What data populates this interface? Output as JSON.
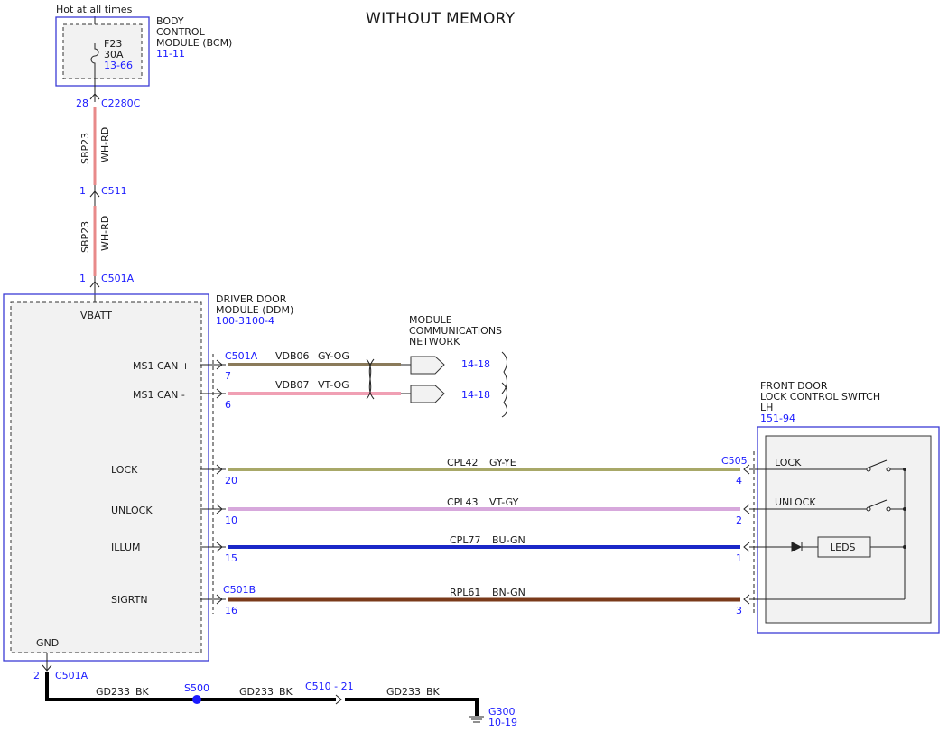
{
  "title": "WITHOUT MEMORY",
  "power_source": "Hot at all times",
  "bcm": {
    "name_lines": [
      "BODY",
      "CONTROL",
      "MODULE (BCM)"
    ],
    "ref": "11-11",
    "fuse_name": "F23",
    "fuse_rating": "30A",
    "fuse_ref": "13-66"
  },
  "feed_wire": {
    "circuit": "SBP23",
    "color": "WH-RD",
    "connectors": [
      {
        "pin": "28",
        "name": "C2280C"
      },
      {
        "pin": "1",
        "name": "C511"
      },
      {
        "pin": "1",
        "name": "C501A"
      }
    ]
  },
  "ddm": {
    "name_lines": [
      "DRIVER DOOR",
      "MODULE (DDM)"
    ],
    "refs": [
      "100-3",
      "100-4"
    ],
    "vbatt_label": "VBATT",
    "gnd_label": "GND",
    "connector_a": "C501A",
    "connector_b": "C501B"
  },
  "network": {
    "name_lines": [
      "MODULE",
      "COMMUNICATIONS",
      "NETWORK"
    ]
  },
  "can_lines": [
    {
      "label": "MS1 CAN +",
      "pin": "7",
      "circuit": "VDB06",
      "color": "GY-OG",
      "ref": "14-18"
    },
    {
      "label": "MS1 CAN -",
      "pin": "6",
      "circuit": "VDB07",
      "color": "VT-OG",
      "ref": "14-18"
    }
  ],
  "switch": {
    "name_lines": [
      "FRONT DOOR",
      "LOCK CONTROL SWITCH",
      "LH"
    ],
    "ref": "151-94",
    "connector": "C505",
    "lock_label": "LOCK",
    "unlock_label": "UNLOCK",
    "leds_label": "LEDS"
  },
  "signal_lines": [
    {
      "label": "LOCK",
      "ddm_pin": "20",
      "circuit": "CPL42",
      "color": "GY-YE",
      "sw_pin": "4"
    },
    {
      "label": "UNLOCK",
      "ddm_pin": "10",
      "circuit": "CPL43",
      "color": "VT-GY",
      "sw_pin": "2"
    },
    {
      "label": "ILLUM",
      "ddm_pin": "15",
      "circuit": "CPL77",
      "color": "BU-GN",
      "sw_pin": "1"
    },
    {
      "label": "SIGRTN",
      "ddm_pin": "16",
      "circuit": "RPL61",
      "color": "BN-GN",
      "sw_pin": "3"
    }
  ],
  "ground": {
    "pin": "2",
    "connector": "C501A",
    "circuit": "GD233",
    "color": "BK",
    "splice": "S500",
    "inline_connector": "C510 - 21",
    "ground_point": "G300",
    "ground_ref": "10-19"
  },
  "wire_colors": {
    "wh_rd": "#e88a8a",
    "gy_og": "#8a7a5a",
    "vt_og": "#f0a0b4",
    "gy_ye": "#a8a868",
    "vt_gy": "#d7a8dc",
    "bu_gn": "#1a28c8",
    "bn_gn": "#7a3a1a",
    "bk": "#000000",
    "outline": "#3b3bd6"
  }
}
